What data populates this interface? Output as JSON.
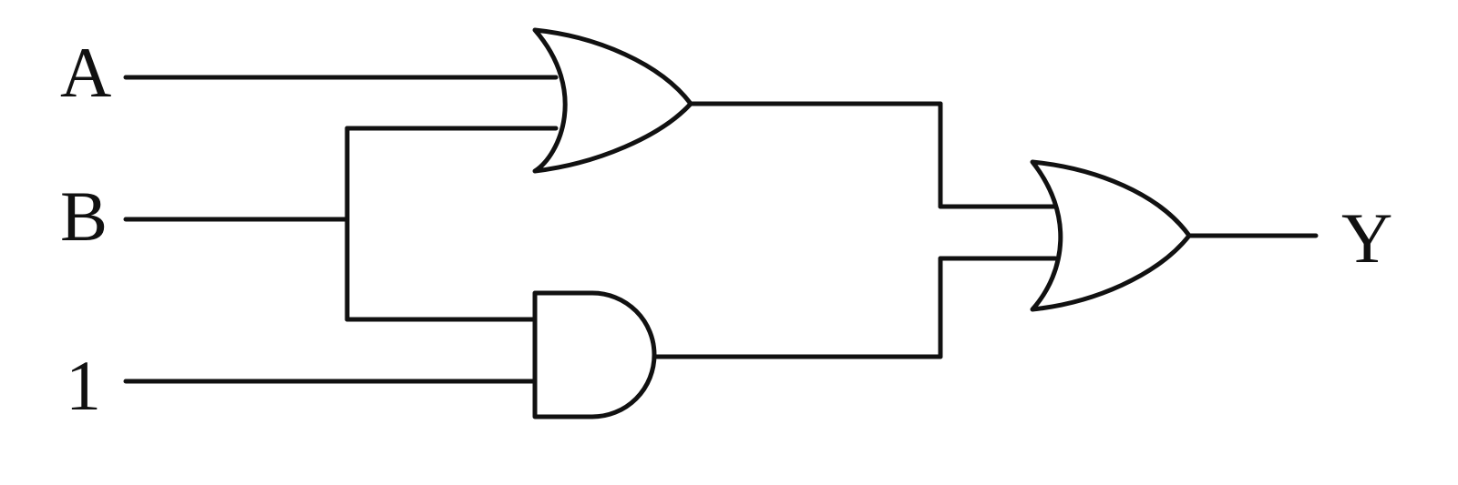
{
  "diagram": {
    "inputs": {
      "a": "A",
      "b": "B",
      "one": "1"
    },
    "output": "Y",
    "gates": [
      {
        "type": "OR",
        "id": "or-gate-1"
      },
      {
        "type": "AND",
        "id": "and-gate"
      },
      {
        "type": "OR",
        "id": "or-gate-2"
      }
    ],
    "colors": {
      "line": "#111111",
      "background": "#ffffff"
    }
  }
}
